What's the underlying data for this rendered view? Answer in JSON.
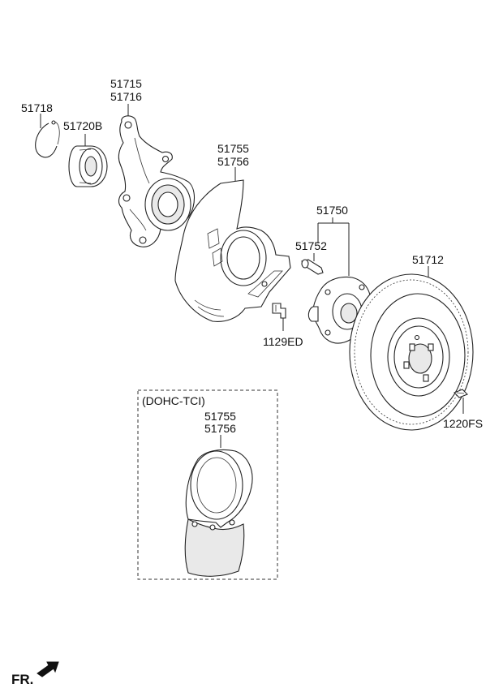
{
  "labels": {
    "snap_ring": "51718",
    "bearing": "51720B",
    "knuckle_a": "51715",
    "knuckle_b": "51716",
    "dust_cover_a": "51755",
    "dust_cover_b": "51756",
    "hub_assy": "51750",
    "hub_bolt": "51752",
    "cover_bolt": "1129ED",
    "disc": "51712",
    "disc_screw": "1220FS",
    "variant_title": "(DOHC-TCI)",
    "variant_cover_a": "51755",
    "variant_cover_b": "51756",
    "front_indicator": "FR."
  },
  "icons": {
    "front_arrow": "arrow-icon"
  }
}
